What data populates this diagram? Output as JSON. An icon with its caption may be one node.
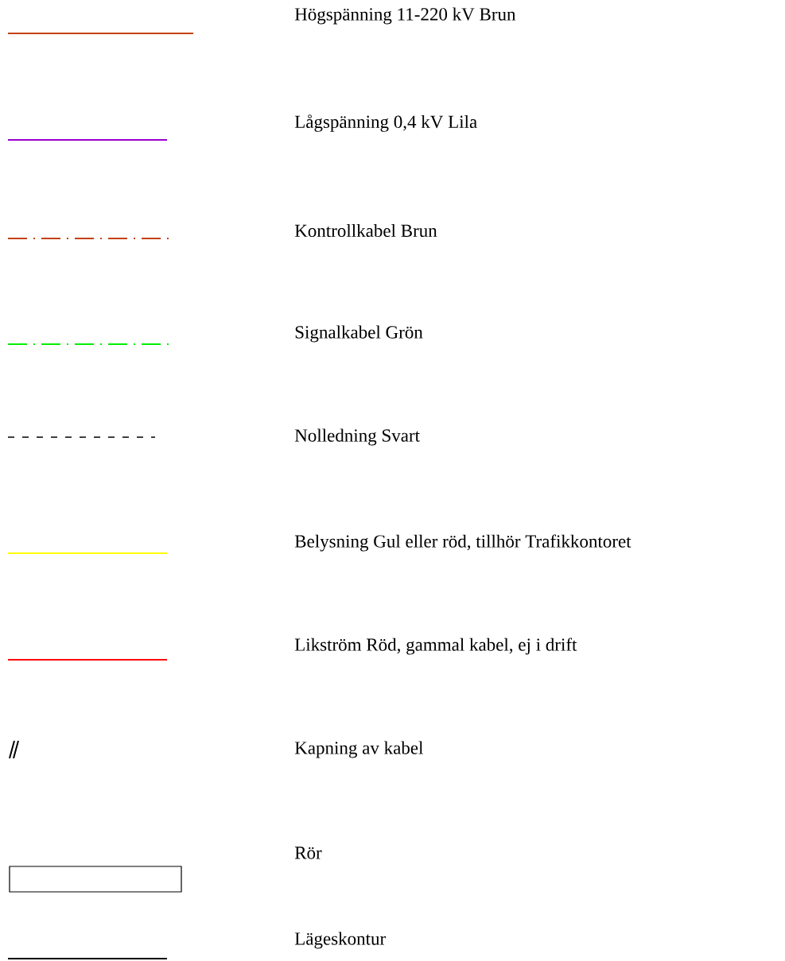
{
  "diagram": {
    "legend": [
      {
        "text": "Högspänning 11-220 kV Brun"
      },
      {
        "text": "Lågspänning 0,4 kV Lila"
      },
      {
        "text": "Kontrollkabel Brun"
      },
      {
        "text": "Signalkabel Grön"
      },
      {
        "text": "Nolledning Svart"
      },
      {
        "text": "Belysning Gul eller röd, tillhör Trafikkontoret"
      },
      {
        "text": "Likström Röd, gammal kabel, ej i drift"
      },
      {
        "text": "Kapning av kabel"
      },
      {
        "text": "Rör"
      },
      {
        "text": "Lägeskontur"
      }
    ]
  }
}
